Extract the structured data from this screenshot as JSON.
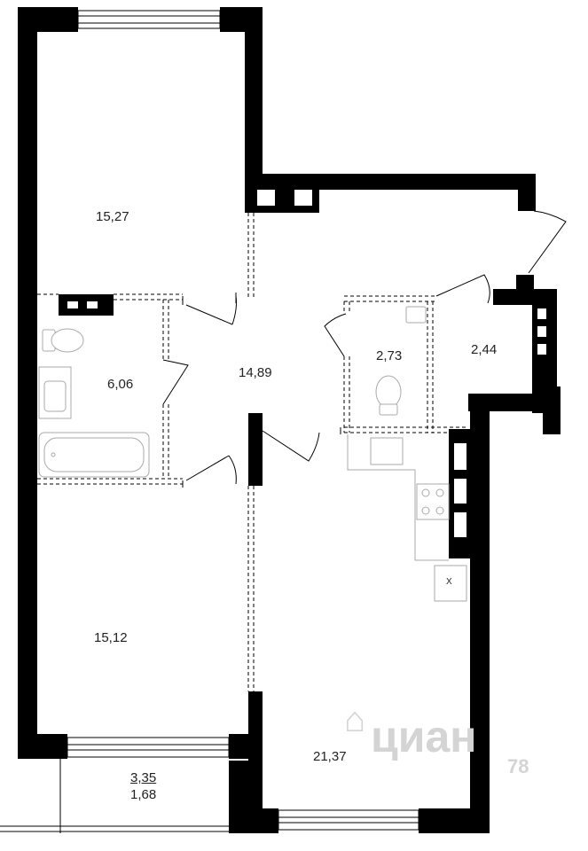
{
  "rooms": [
    {
      "id": "bedroom-top",
      "area": "15,27"
    },
    {
      "id": "bathroom",
      "area": "6,06"
    },
    {
      "id": "hallway",
      "area": "14,89"
    },
    {
      "id": "toilet",
      "area": "2,73"
    },
    {
      "id": "storage",
      "area": "2,44"
    },
    {
      "id": "bedroom-bottom",
      "area": "15,12"
    },
    {
      "id": "kitchen-living",
      "area": "21,37"
    }
  ],
  "balcony": {
    "area_total": "3,35",
    "area_reduced": "1,68"
  },
  "watermark": {
    "brand": "циан",
    "code": "78"
  },
  "appliance_mark": "X",
  "colors": {
    "wall": "#000000",
    "fixture": "#aaaaaa",
    "watermark": "#d4d4d4"
  }
}
